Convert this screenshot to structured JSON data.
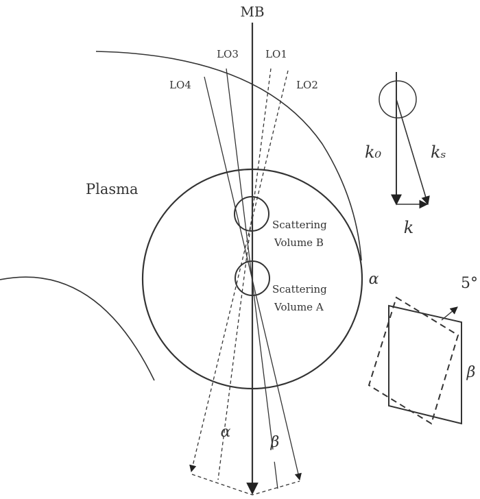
{
  "labels": {
    "mb": "MB",
    "lo1": "LO1",
    "lo2": "LO2",
    "lo3": "LO3",
    "lo4": "LO4",
    "plasma": "Plasma",
    "volume_b_line1": "Scattering",
    "volume_b_line2": "Volume B",
    "volume_a_line1": "Scattering",
    "volume_a_line2": "Volume A",
    "alpha": "α",
    "beta": "β",
    "alpha_inset": "α",
    "beta_inset": "β",
    "angle": "5°",
    "k0": "k₀",
    "ks": "kₛ",
    "k": "k"
  }
}
